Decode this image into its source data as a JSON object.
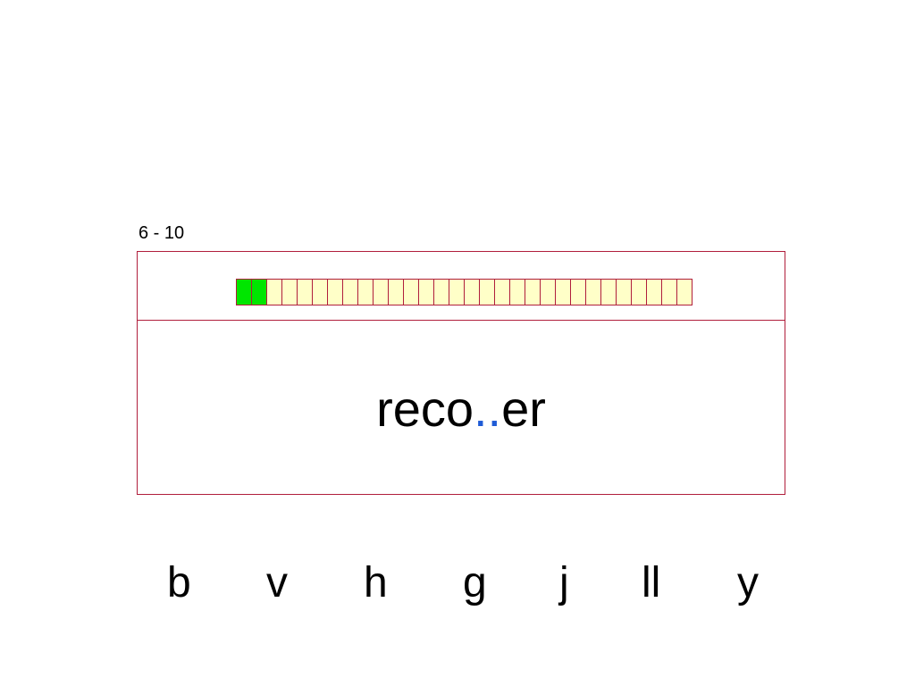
{
  "counter": {
    "current": "6",
    "separator": " - ",
    "total": "10"
  },
  "progress": {
    "completed": 2,
    "total": 30
  },
  "word": {
    "prefix": "reco",
    "blank": "..",
    "suffix": "er"
  },
  "options": [
    {
      "label": "b"
    },
    {
      "label": "v"
    },
    {
      "label": "h"
    },
    {
      "label": "g"
    },
    {
      "label": "j"
    },
    {
      "label": "ll"
    },
    {
      "label": "y"
    }
  ],
  "colors": {
    "border": "#b01e3c",
    "cell_empty": "#ffffc8",
    "cell_done": "#00e600",
    "blank": "#1f5bd6"
  }
}
